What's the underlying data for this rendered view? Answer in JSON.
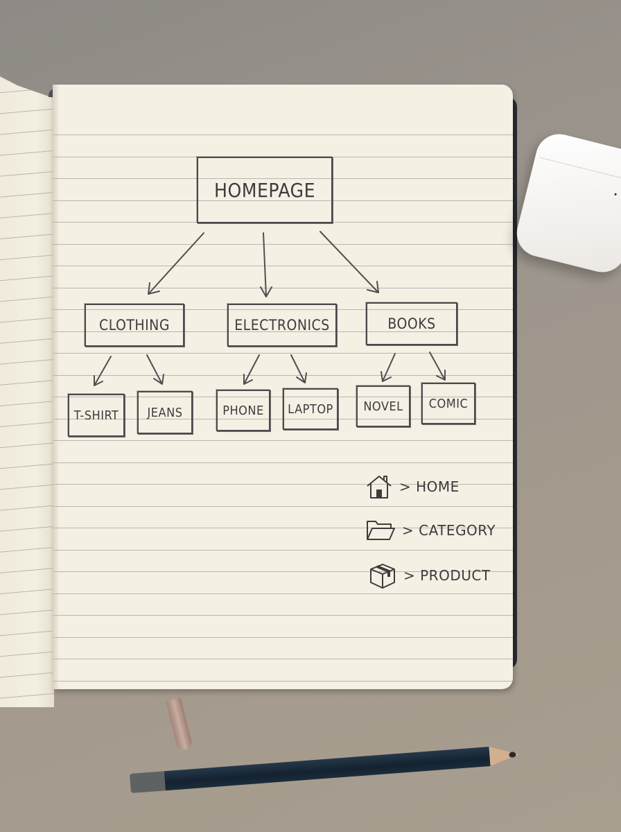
{
  "scene": {
    "description": "Hand-drawn sitemap in a lined notebook on a desk",
    "colors": {
      "desk": "#9d968d",
      "paper": "#f4f0e4",
      "pencil_stroke": "#4a4a4a",
      "notebook_cover": "#2b2c33",
      "pencil_body": "#1b2c3b"
    }
  },
  "diagram": {
    "root": {
      "label": "HOMEPAGE"
    },
    "categories": [
      {
        "label": "CLOTHING",
        "children": [
          {
            "label": "T-SHIRT"
          },
          {
            "label": "JEANS"
          }
        ]
      },
      {
        "label": "ELECTRONICS",
        "children": [
          {
            "label": "PHONE"
          },
          {
            "label": "LAPTOP"
          }
        ]
      },
      {
        "label": "BOOKS",
        "children": [
          {
            "label": "NOVEL"
          },
          {
            "label": "COMIC"
          }
        ]
      }
    ]
  },
  "legend": [
    {
      "icon": "house-icon",
      "label": "> HOME"
    },
    {
      "icon": "folder-icon",
      "label": "> CATEGORY"
    },
    {
      "icon": "box-icon",
      "label": "> PRODUCT"
    }
  ],
  "objects": [
    "notebook",
    "airpods-case",
    "pencil",
    "bookmark-ribbon"
  ]
}
